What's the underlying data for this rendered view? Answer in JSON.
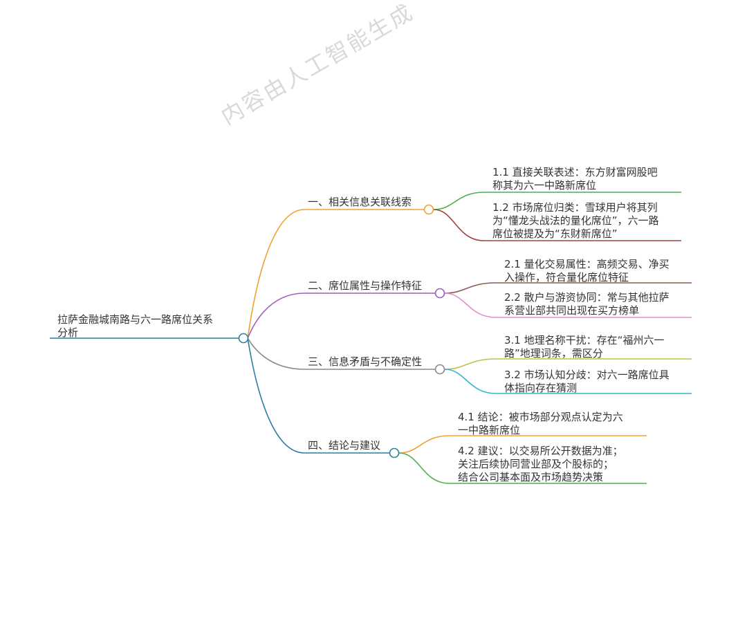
{
  "watermark": "内容由人工智能生成",
  "root": {
    "line1": "拉萨金融城南路与六一路席位关系",
    "line2": "分析"
  },
  "branches": [
    {
      "label": "一、相关信息关联线索",
      "color": "#f0a030",
      "children": [
        {
          "lines": [
            "1.1 直接关联表述：东方财富网股吧",
            "称其为六一中路新席位"
          ],
          "color": "#4caf50"
        },
        {
          "lines": [
            "1.2 市场席位归类：雪球用户将其列",
            "为“懂龙头战法的量化席位”，六一路",
            "席位被提及为“东财新席位”"
          ],
          "color": "#a04040"
        }
      ]
    },
    {
      "label": "二、席位属性与操作特征",
      "color": "#9c5fb5",
      "children": [
        {
          "lines": [
            "2.1 量化交易属性：高频交易、净买",
            "入操作，符合量化席位特征"
          ],
          "color": "#8b5a50"
        },
        {
          "lines": [
            "2.2 散户与游资协同：常与其他拉萨",
            "系营业部共同出现在买方榜单"
          ],
          "color": "#e090d0"
        }
      ]
    },
    {
      "label": "三、信息矛盾与不确定性",
      "color": "#8a8a8a",
      "children": [
        {
          "lines": [
            "3.1 地理名称干扰：存在“福州六一",
            "路”地理词条，需区分"
          ],
          "color": "#c0c040"
        },
        {
          "lines": [
            "3.2 市场认知分歧：对六一路席位具",
            "体指向存在猜测"
          ],
          "color": "#30b8c8"
        }
      ]
    },
    {
      "label": "四、结论与建议",
      "color": "#2a7fa0",
      "children": [
        {
          "lines": [
            "4.1 结论：被市场部分观点认定为六",
            "一中路新席位"
          ],
          "color": "#f0a030"
        },
        {
          "lines": [
            "4.2 建议：以交易所公开数据为准；",
            "关注后续协同营业部及个股标的；",
            "结合公司基本面及市场趋势决策"
          ],
          "color": "#4caf50"
        }
      ]
    }
  ]
}
